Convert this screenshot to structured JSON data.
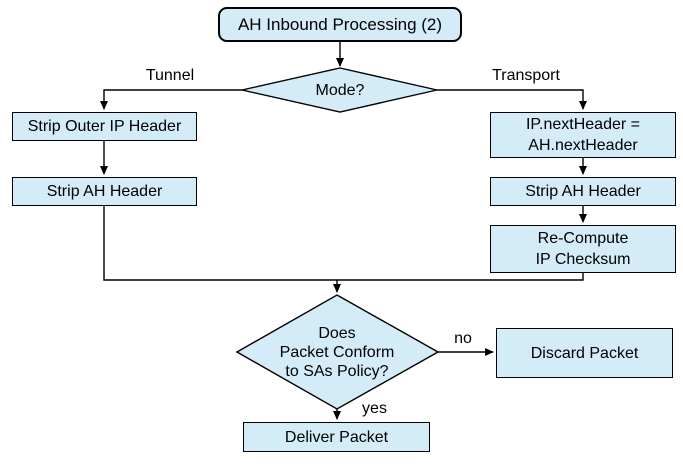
{
  "diagram": {
    "title": "AH Inbound Processing (2)",
    "nodes": {
      "title": {
        "label": "AH Inbound Processing (2)",
        "type": "rounded-start"
      },
      "mode": {
        "label": "Mode?",
        "type": "decision"
      },
      "strip_outer_ip": {
        "label": "Strip Outer IP Header",
        "type": "process"
      },
      "strip_ah_left": {
        "label": "Strip AH Header",
        "type": "process"
      },
      "ip_next_header": {
        "label": "IP.nextHeader =\nAH.nextHeader",
        "type": "process"
      },
      "strip_ah_right": {
        "label": "Strip AH Header",
        "type": "process"
      },
      "recompute_checksum": {
        "label": "Re-Compute\nIP Checksum",
        "type": "process"
      },
      "policy_check": {
        "label": "Does\nPacket Conform\nto SAs Policy?",
        "type": "decision"
      },
      "discard": {
        "label": "Discard Packet",
        "type": "process"
      },
      "deliver": {
        "label": "Deliver Packet",
        "type": "process"
      }
    },
    "edge_labels": {
      "tunnel": "Tunnel",
      "transport": "Transport",
      "no": "no",
      "yes": "yes"
    }
  },
  "colors": {
    "node-fill": "#d4ebf8",
    "node-border": "#000000",
    "connector": "#000000",
    "text": "#000000",
    "background": "#ffffff"
  }
}
